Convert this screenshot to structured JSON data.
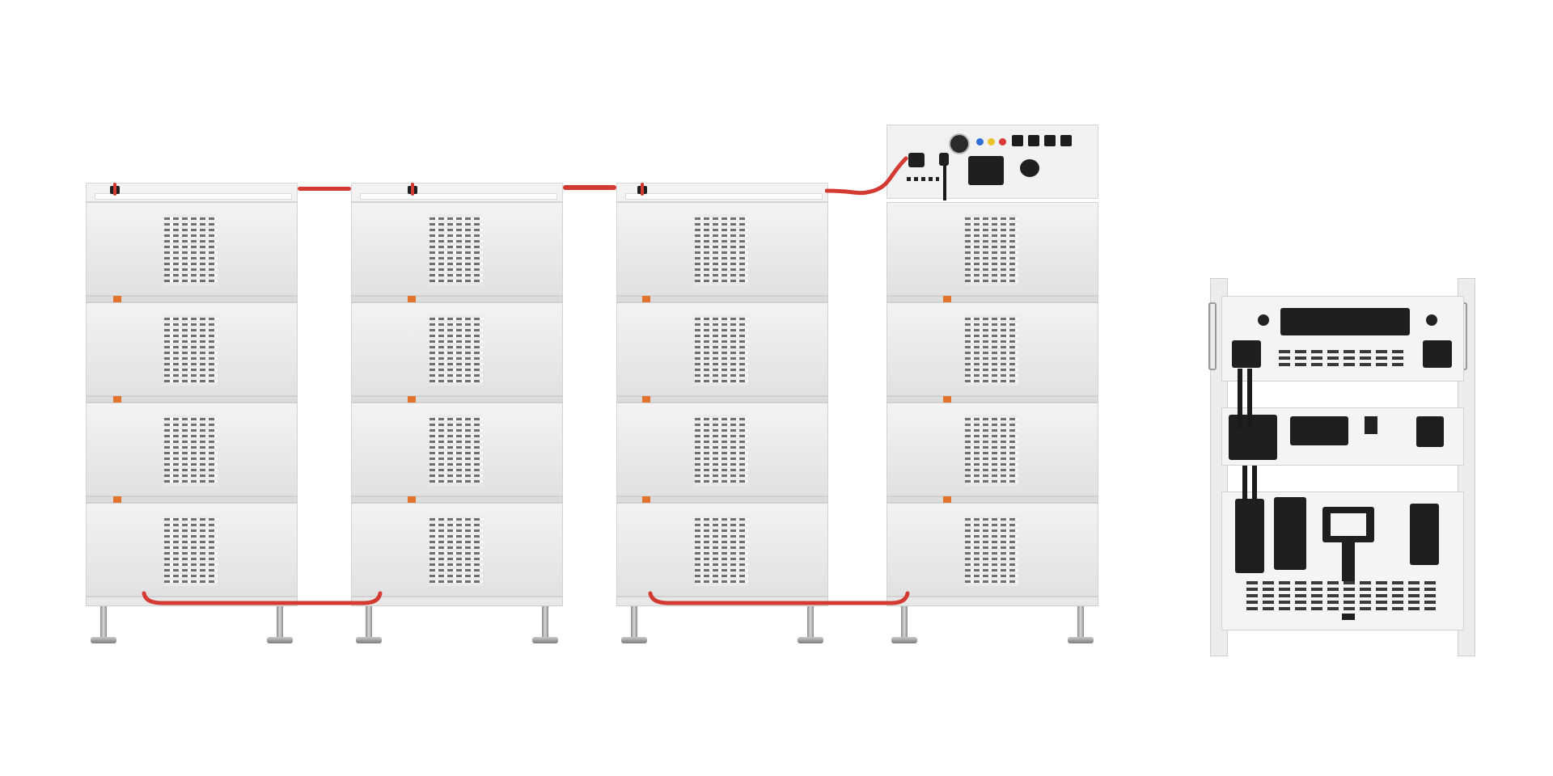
{
  "scene": {
    "background": "#ffffff",
    "stacks": [
      {
        "name": "battery-stack-1",
        "modules": 4,
        "has_controller": false
      },
      {
        "name": "battery-stack-2",
        "modules": 4,
        "has_controller": false
      },
      {
        "name": "battery-stack-3",
        "modules": 4,
        "has_controller": false
      },
      {
        "name": "battery-stack-4",
        "modules": 4,
        "has_controller": true
      }
    ],
    "rack": {
      "name": "control-rack",
      "shelves": 3
    },
    "colors": {
      "cable": "#d33a32",
      "clip": "#e2742e",
      "module_body": "#ebebeb",
      "connector": "#1f1f1f",
      "indicator_blue": "#2f6fd6",
      "indicator_yellow": "#e9c32a",
      "indicator_red": "#d83a33"
    },
    "icons": [
      "power-button-icon",
      "socket-icon",
      "indicator-led-icon",
      "connector-icon"
    ]
  }
}
